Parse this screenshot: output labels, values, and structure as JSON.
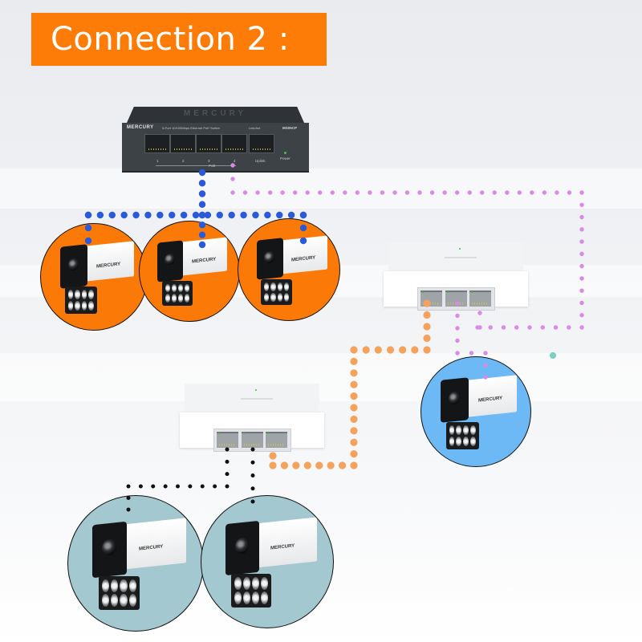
{
  "title": "Connection 2 :",
  "colors": {
    "title_bg": "#fd7b07",
    "title_text": "#ffffff",
    "wire_switch_to_cameras": "#2a5ad8",
    "wire_switch_to_right_mini_switch": "#d98ae6",
    "wire_mini_to_mini": "#f5a25c",
    "wire_mini_to_bottom_cameras": "#111111",
    "camera_group_top_bg": "#fb7a07",
    "camera_right_bg": "#6db9f6",
    "camera_group_bottom_bg": "#a3c8cf",
    "stray_dot": "#7fcfc0"
  },
  "main_switch": {
    "brand": "MERCURY",
    "top_logo": "MERCURY",
    "description": "5-Port 10/100Mbps Ethernet PoE Switch",
    "link_label": "Link/Act",
    "model": "MS05CP",
    "port_labels": [
      "1",
      "2",
      "3",
      "4",
      "Uplink"
    ],
    "poe_label": "PoE",
    "power_label": "Power"
  },
  "mini_switches": [
    {
      "id": "right",
      "ports": 3
    },
    {
      "id": "left",
      "ports": 3
    }
  ],
  "cameras": [
    {
      "group": "top",
      "brand": "MERCURY"
    },
    {
      "group": "top",
      "brand": "MERCURY"
    },
    {
      "group": "top",
      "brand": "MERCURY"
    },
    {
      "group": "right",
      "brand": "MERCURY"
    },
    {
      "group": "bottom",
      "brand": "MERCURY"
    },
    {
      "group": "bottom",
      "brand": "MERCURY"
    }
  ]
}
